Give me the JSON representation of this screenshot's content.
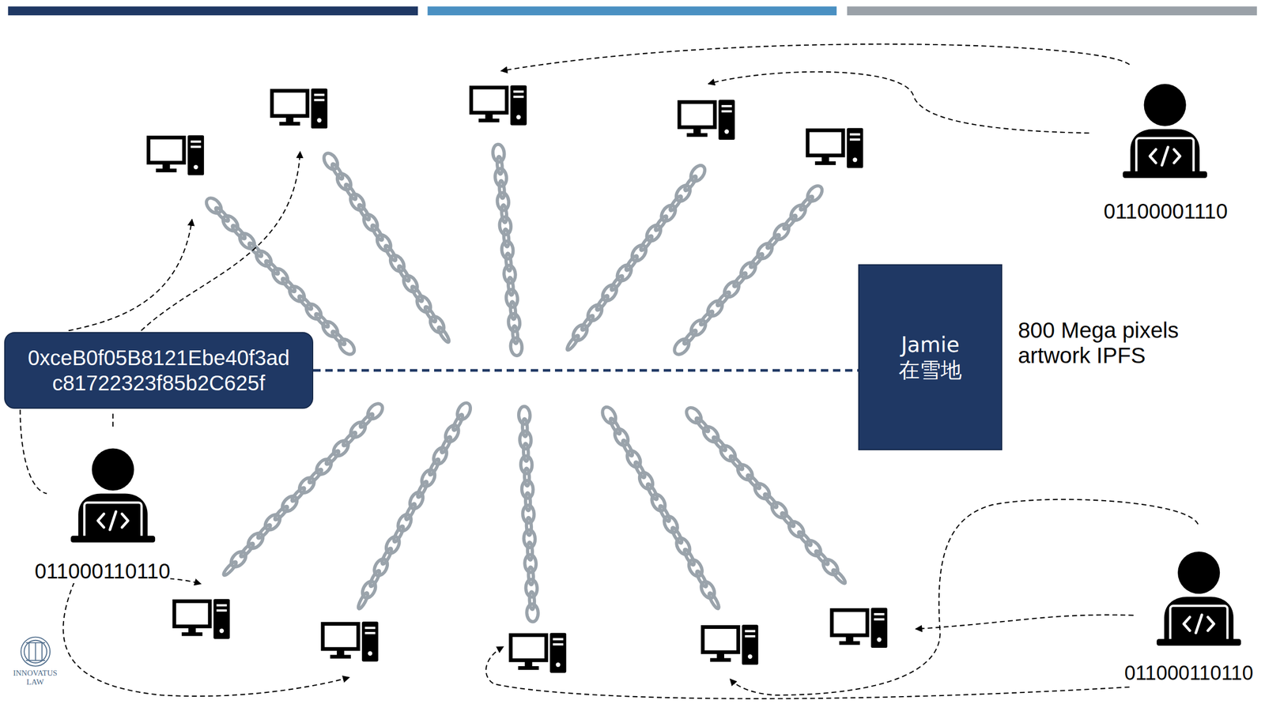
{
  "diagram": {
    "nodes": [
      {
        "text": [
          "0xceB0f05B8121Ebe40f3ad c81722323f85b2C625f"
        ]
      },
      {
        "text": [
          "Jamie",
          "在雪地"
        ]
      }
    ],
    "edges": [
      {
        "from": 0,
        "to": 1,
        "arrow": "none"
      }
    ],
    "labels": [
      "800 Mega pixels artwork IPFS",
      "01100001110",
      "011000110110",
      "011000110110",
      "INNOVATUS LAW"
    ]
  }
}
